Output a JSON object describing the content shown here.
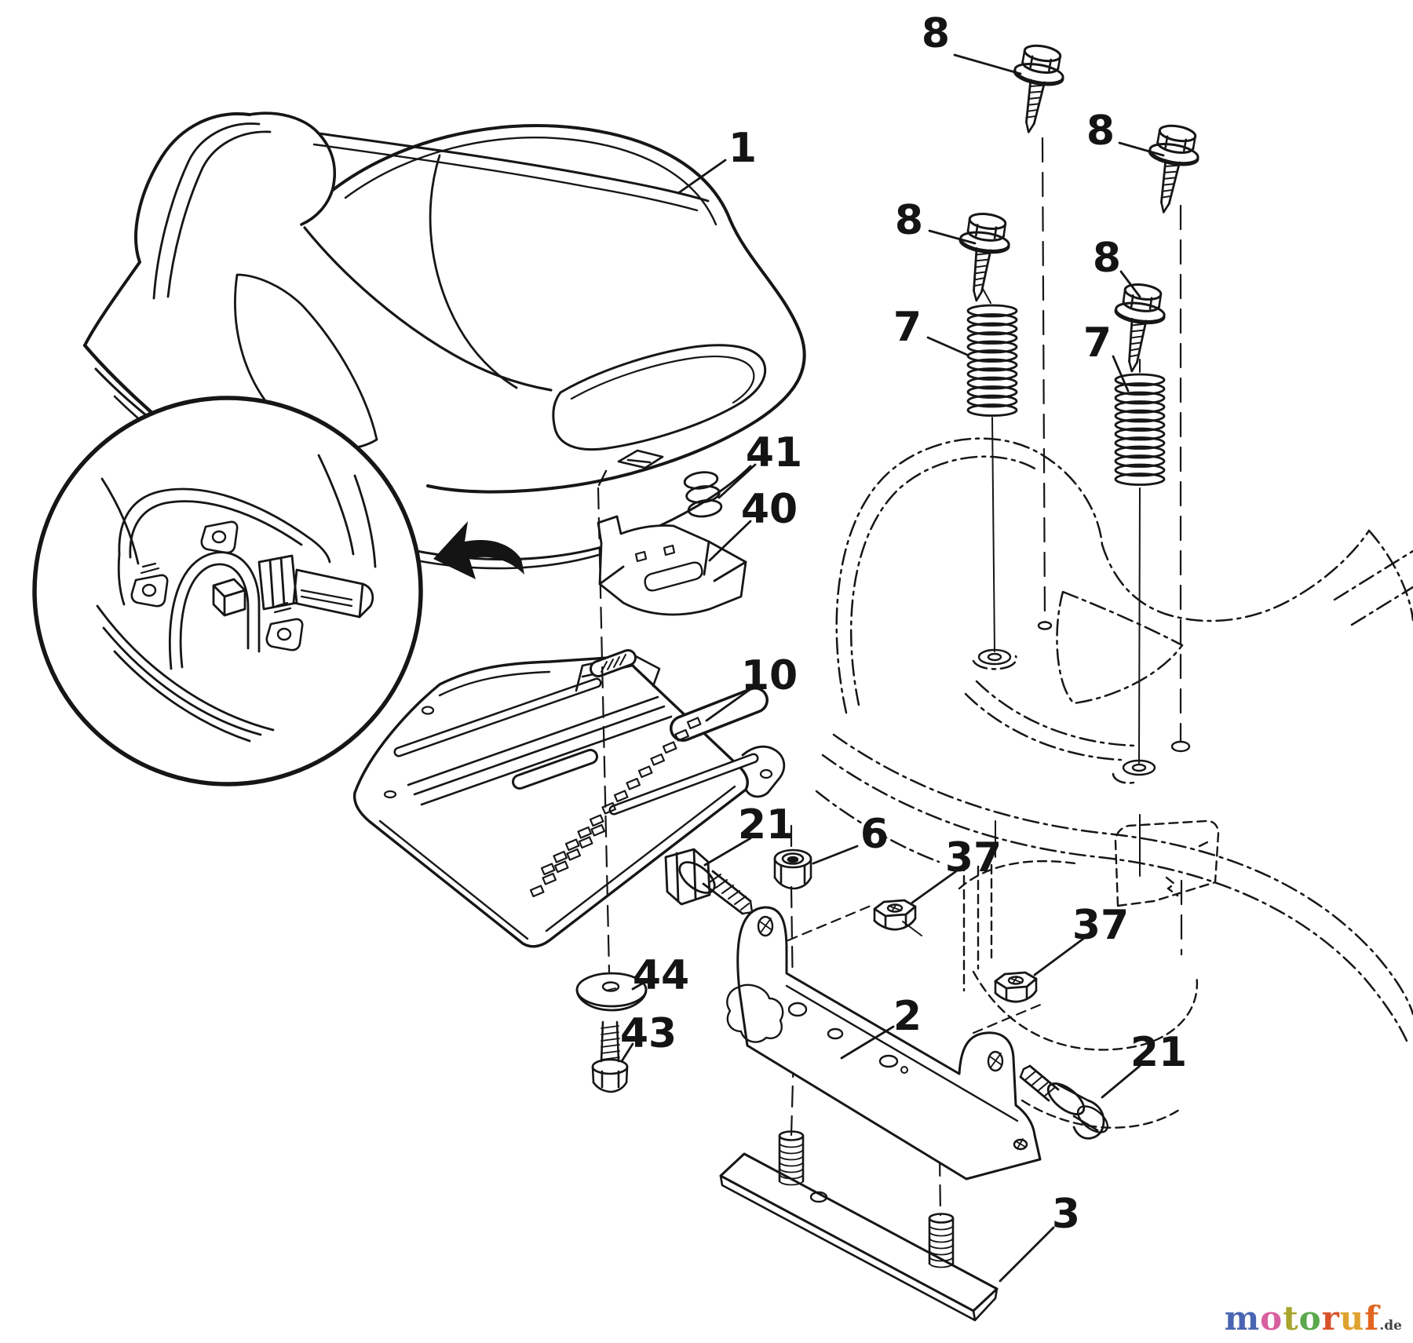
{
  "canvas": {
    "background": "#ffffff",
    "line_color": "#161616"
  },
  "callouts": [
    {
      "part": "seat",
      "label": "1"
    },
    {
      "part": "mounting-bolt-top-left",
      "label": "8"
    },
    {
      "part": "mounting-bolt-top-right",
      "label": "8"
    },
    {
      "part": "mounting-bolt-spring-left",
      "label": "8"
    },
    {
      "part": "mounting-bolt-spring-right",
      "label": "8"
    },
    {
      "part": "seat-spring-left",
      "label": "7"
    },
    {
      "part": "seat-spring-right",
      "label": "7"
    },
    {
      "part": "latch-spring",
      "label": "41"
    },
    {
      "part": "latch-clip",
      "label": "40"
    },
    {
      "part": "seat-pan",
      "label": "10"
    },
    {
      "part": "shoulder-bolt-left",
      "label": "21"
    },
    {
      "part": "lock-nut",
      "label": "6"
    },
    {
      "part": "flange-nut-upper",
      "label": "37"
    },
    {
      "part": "flange-nut-lower",
      "label": "37"
    },
    {
      "part": "seat-bracket",
      "label": "2"
    },
    {
      "part": "washer",
      "label": "44"
    },
    {
      "part": "adjustment-bolt",
      "label": "43"
    },
    {
      "part": "shoulder-bolt-right",
      "label": "21"
    },
    {
      "part": "bracket-plate",
      "label": "3"
    }
  ],
  "watermark": {
    "letters": [
      {
        "ch": "m",
        "color": "#4a66b2"
      },
      {
        "ch": "o",
        "color": "#d9609f"
      },
      {
        "ch": "t",
        "color": "#a9a42c"
      },
      {
        "ch": "o",
        "color": "#5aa94c"
      },
      {
        "ch": "r",
        "color": "#d8532b"
      },
      {
        "ch": "u",
        "color": "#e0a22e"
      },
      {
        "ch": "f",
        "color": "#e2661f"
      }
    ],
    "suffix": ".de",
    "suffix_color": "#444444"
  }
}
